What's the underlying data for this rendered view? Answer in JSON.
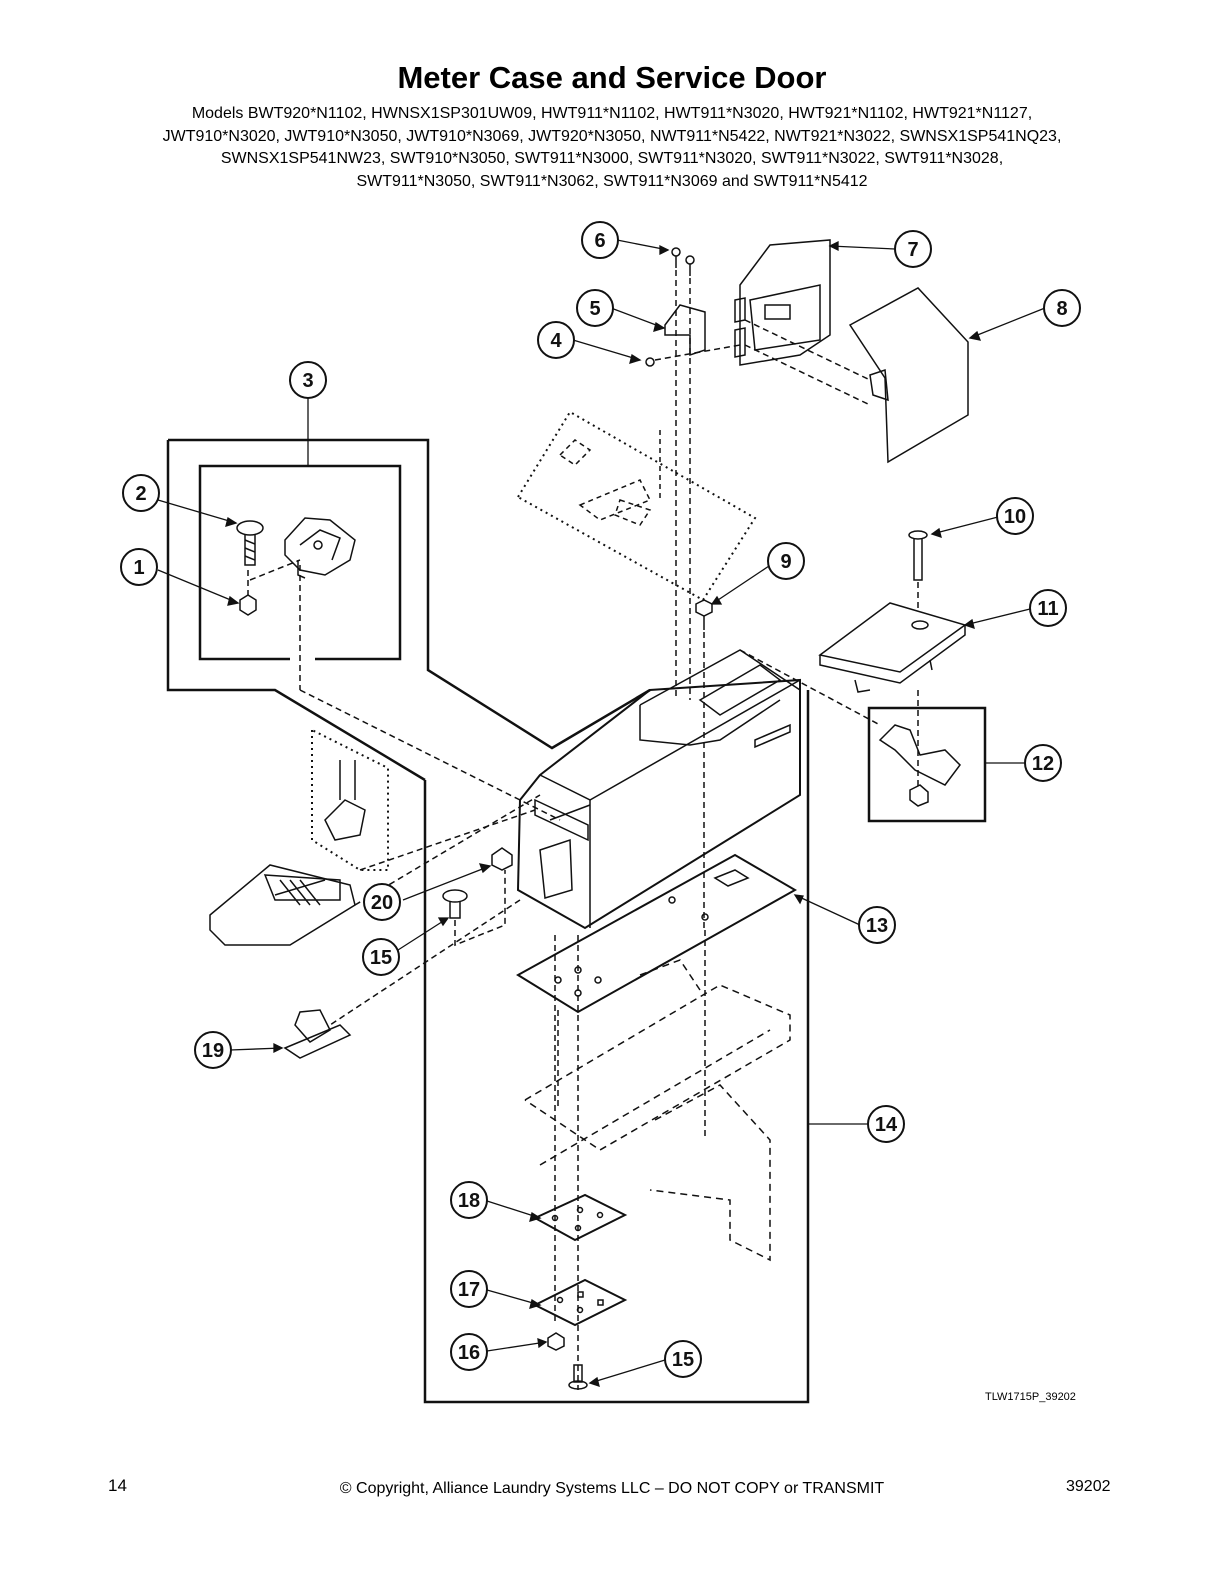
{
  "page": {
    "title": "Meter Case and Service Door",
    "models_lines": [
      "Models BWT920*N1102, HWNSX1SP301UW09, HWT911*N1102, HWT911*N3020, HWT921*N1102, HWT921*N1127,",
      "JWT910*N3020, JWT910*N3050, JWT910*N3069, JWT920*N3050, NWT911*N5422, NWT921*N3022, SWNSX1SP541NQ23,",
      "SWNSX1SP541NW23, SWT910*N3050, SWT911*N3000, SWT911*N3020, SWT911*N3022, SWT911*N3028,",
      "SWT911*N3050, SWT911*N3062, SWT911*N3069 and SWT911*N5412"
    ],
    "drawing_ref": "TLW1715P_39202",
    "page_number": "14",
    "copyright": "© Copyright, Alliance Laundry Systems LLC – DO NOT COPY or TRANSMIT",
    "doc_number": "39202"
  },
  "callouts": [
    "1",
    "2",
    "3",
    "4",
    "5",
    "6",
    "7",
    "8",
    "9",
    "10",
    "11",
    "12",
    "13",
    "14",
    "15",
    "16",
    "17",
    "18",
    "19",
    "20",
    "15"
  ]
}
